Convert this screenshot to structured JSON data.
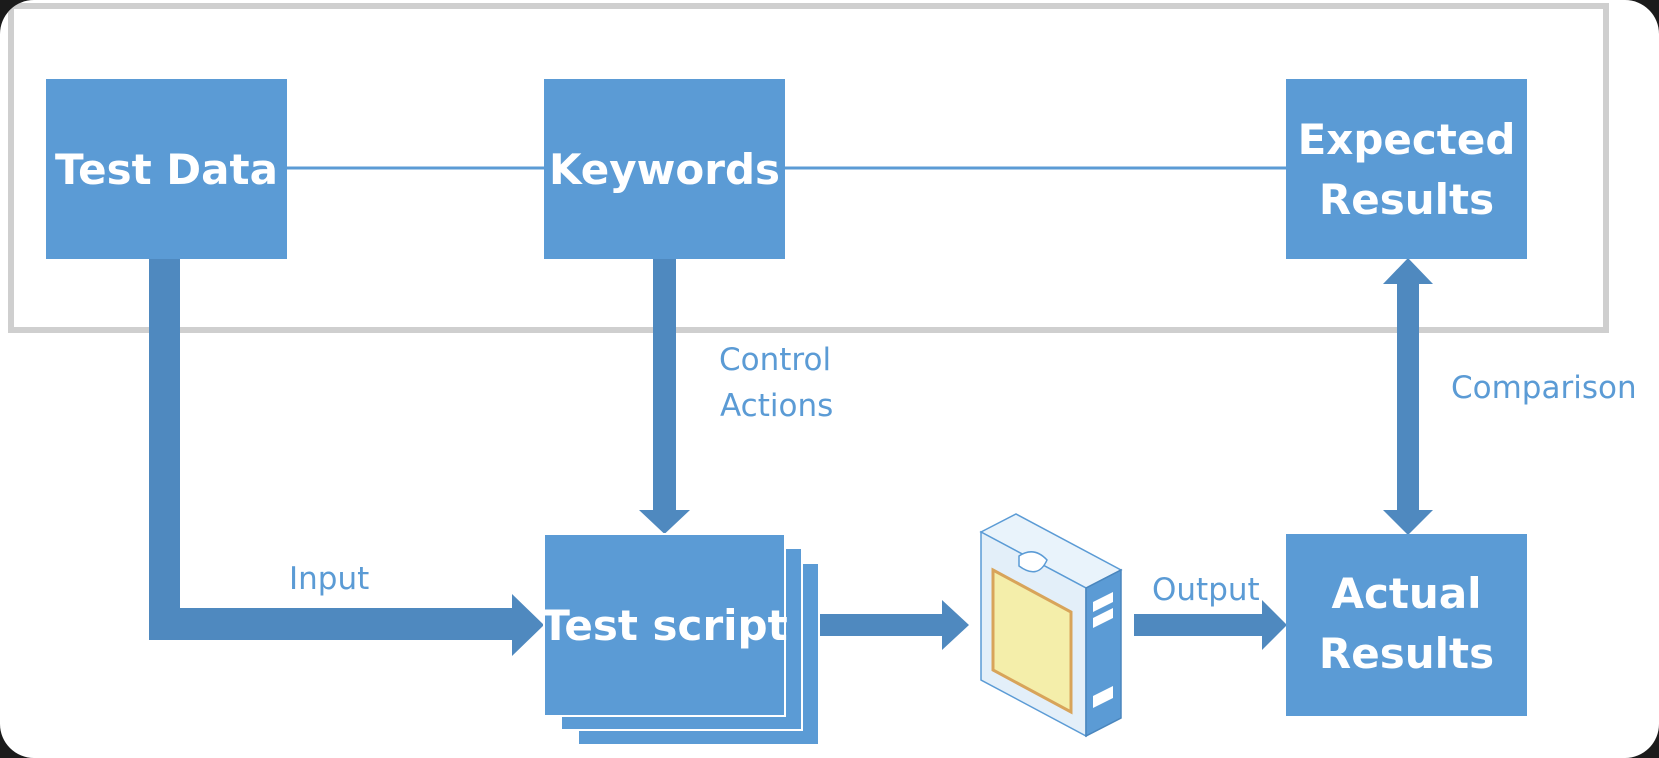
{
  "diagram": {
    "nodes": {
      "test_data": {
        "lines": [
          "Test Data"
        ]
      },
      "keywords": {
        "lines": [
          "Keywords"
        ]
      },
      "expected_results": {
        "lines": [
          "Expected",
          "Results"
        ]
      },
      "test_script": {
        "lines": [
          "Test script"
        ]
      },
      "actual_results": {
        "lines": [
          "Actual",
          "Results"
        ]
      }
    },
    "edges": {
      "control_actions": {
        "lines": [
          "Control",
          "Actions"
        ]
      },
      "input": {
        "lines": [
          "Input"
        ]
      },
      "output": {
        "lines": [
          "Output"
        ]
      },
      "comparison": {
        "lines": [
          "Comparison"
        ]
      }
    },
    "icons": {
      "application": "software-box-icon"
    },
    "colors": {
      "box_fill": "#5b9bd5",
      "arrow_fill": "#4f89bf",
      "label_text": "#5b9bd5",
      "box_text": "#ffffff",
      "frame": "#c9c9c9"
    }
  }
}
